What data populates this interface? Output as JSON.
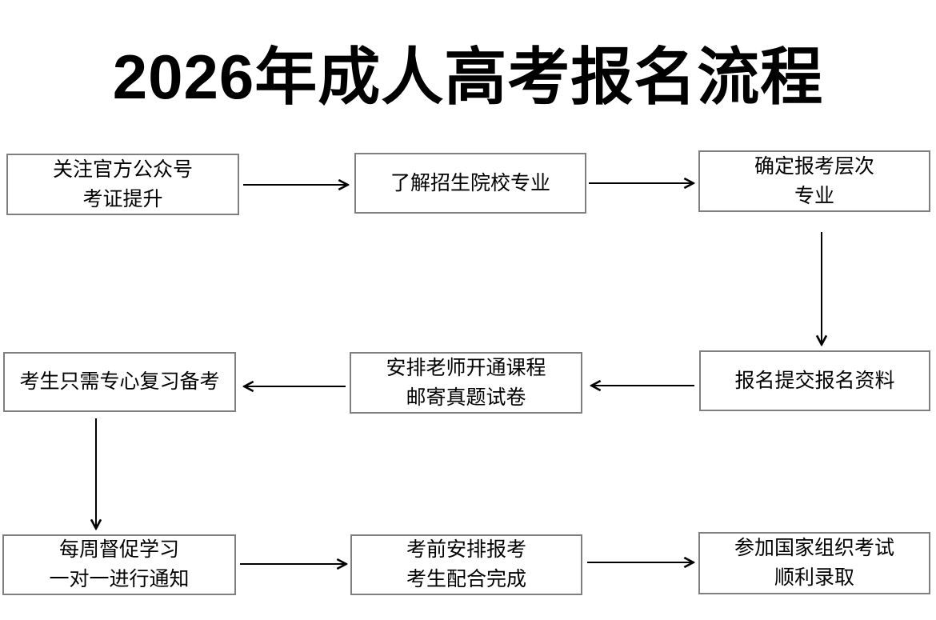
{
  "page": {
    "title": "2026年成人高考报名流程"
  },
  "colors": {
    "background": "#ffffff",
    "box_border": "#7f7f7f",
    "box_fill": "#ffffff",
    "text": "#000000",
    "arrow": "#000000"
  },
  "flowchart": {
    "nodes": [
      {
        "id": "follow-official-account",
        "lines": [
          "关注官方公众号",
          "考证提升"
        ]
      },
      {
        "id": "learn-school-majors",
        "lines": [
          "了解招生院校专业"
        ]
      },
      {
        "id": "confirm-level-major",
        "lines": [
          "确定报考层次",
          "专业"
        ]
      },
      {
        "id": "submit-registration",
        "lines": [
          "报名提交报名资料"
        ]
      },
      {
        "id": "teacher-course-materials",
        "lines": [
          "安排老师开通课程",
          "邮寄真题试卷"
        ]
      },
      {
        "id": "focus-review",
        "lines": [
          "考生只需专心复习备考"
        ]
      },
      {
        "id": "weekly-supervision",
        "lines": [
          "每周督促学习",
          "一对一进行通知"
        ]
      },
      {
        "id": "pre-exam-arrangement",
        "lines": [
          "考前安排报考",
          "考生配合完成"
        ]
      },
      {
        "id": "national-exam-admission",
        "lines": [
          "参加国家组织考试",
          "顺利录取"
        ]
      }
    ],
    "edges": [
      {
        "from": "follow-official-account",
        "to": "learn-school-majors",
        "direction": "right"
      },
      {
        "from": "learn-school-majors",
        "to": "confirm-level-major",
        "direction": "right"
      },
      {
        "from": "confirm-level-major",
        "to": "submit-registration",
        "direction": "down"
      },
      {
        "from": "submit-registration",
        "to": "teacher-course-materials",
        "direction": "left"
      },
      {
        "from": "teacher-course-materials",
        "to": "focus-review",
        "direction": "left"
      },
      {
        "from": "focus-review",
        "to": "weekly-supervision",
        "direction": "down"
      },
      {
        "from": "weekly-supervision",
        "to": "pre-exam-arrangement",
        "direction": "right"
      },
      {
        "from": "pre-exam-arrangement",
        "to": "national-exam-admission",
        "direction": "right"
      }
    ]
  }
}
